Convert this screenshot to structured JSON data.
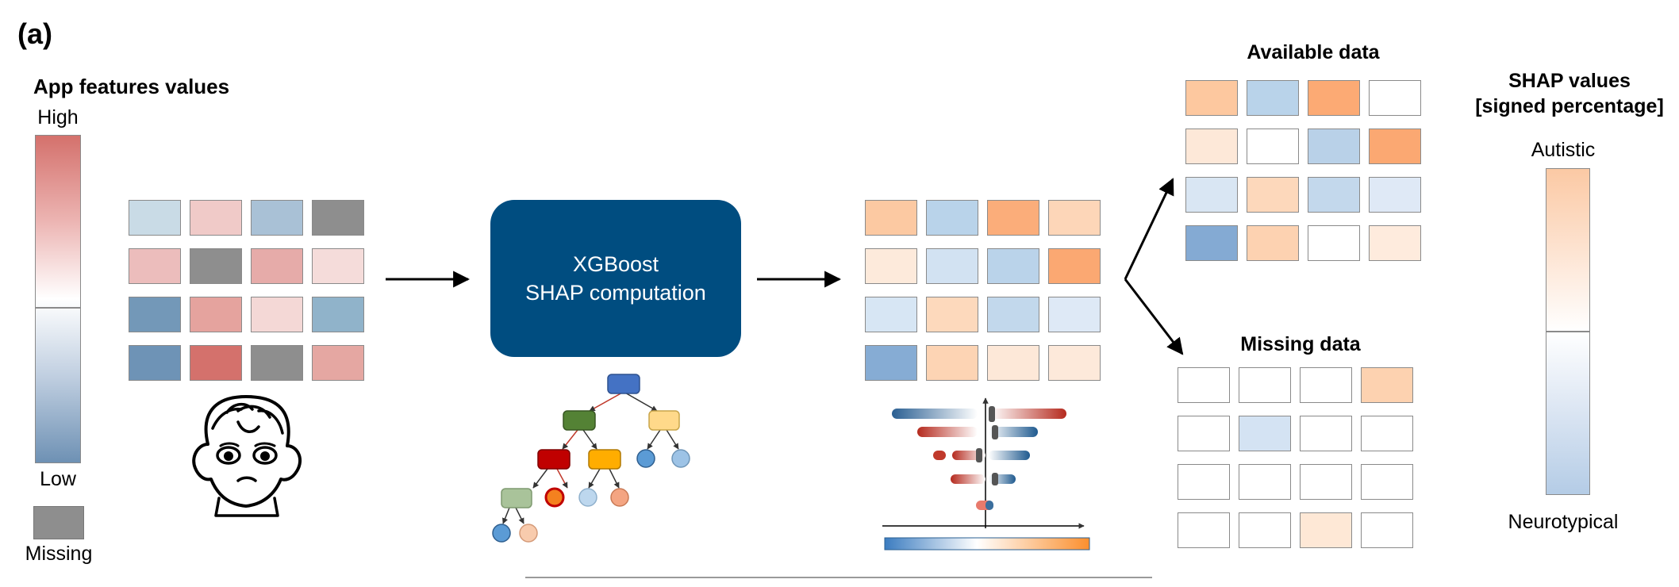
{
  "panel_label": "(a)",
  "features_legend": {
    "title": "App features values",
    "high": "High",
    "low": "Low",
    "missing": "Missing"
  },
  "model": {
    "line1": "XGBoost",
    "line2": "SHAP computation"
  },
  "available": {
    "title": "Available data"
  },
  "missing_data": {
    "title": "Missing data"
  },
  "shap_legend": {
    "title_line1": "SHAP values",
    "title_line2": "[signed percentage]",
    "top": "Autistic",
    "bottom": "Neurotypical"
  },
  "colors": {
    "model_box": "#004d80",
    "arrow": "#000000",
    "high_feature": "#d4716c",
    "low_feature": "#6e91b4",
    "missing_feature": "#8e8e8e",
    "autistic": "#fbaa74",
    "neurotypical": "#86acd4"
  },
  "grids": {
    "features": [
      [
        "#c9dbe6",
        "#f0cac8",
        "#a9c1d6",
        "#8e8e8e"
      ],
      [
        "#ecbdbc",
        "#8e8e8e",
        "#e6aba9",
        "#f5dcda"
      ],
      [
        "#7398b8",
        "#e5a39e",
        "#f4d8d6",
        "#90b3ca"
      ],
      [
        "#6e93b6",
        "#d4716c",
        "#8e8e8e",
        "#e5a7a2"
      ]
    ],
    "shap_all": [
      [
        "#fcc9a2",
        "#b9d3ea",
        "#fbad7a",
        "#fdd6b8"
      ],
      [
        "#fdeadb",
        "#d2e2f2",
        "#bad3ea",
        "#fba872"
      ],
      [
        "#d7e6f4",
        "#fdd9bc",
        "#c2d8ec",
        "#dee9f6"
      ],
      [
        "#86acd4",
        "#fdd4b4",
        "#fde8d8",
        "#fde9da"
      ]
    ],
    "available": [
      [
        "#fdc89f",
        "#b9d3ea",
        "#fcaa74",
        "#ffffff"
      ],
      [
        "#fde8d8",
        "#ffffff",
        "#b9d1e8",
        "#fba872"
      ],
      [
        "#d9e6f3",
        "#fdd8bb",
        "#c3d8ec",
        "#dfe9f6"
      ],
      [
        "#84aad3",
        "#fdd2b1",
        "#ffffff",
        "#feebdd"
      ]
    ],
    "missing": [
      [
        "#ffffff",
        "#ffffff",
        "#ffffff",
        "#fdd2b0"
      ],
      [
        "#ffffff",
        "#d4e3f3",
        "#ffffff",
        "#ffffff"
      ],
      [
        "#ffffff",
        "#ffffff",
        "#ffffff",
        "#ffffff"
      ],
      [
        "#ffffff",
        "#ffffff",
        "#fee8d6",
        "#ffffff"
      ]
    ]
  }
}
